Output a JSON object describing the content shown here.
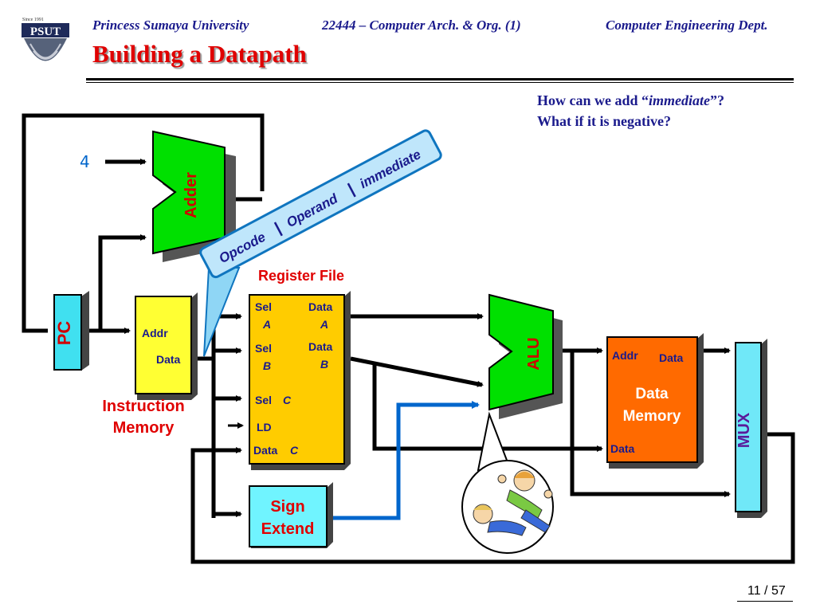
{
  "header": {
    "university": "Princess Sumaya University",
    "course": "22444 – Computer Arch. & Org. (1)",
    "department": "Computer Engineering Dept."
  },
  "logo": {
    "since": "Since 1991",
    "acronym": "PSUT"
  },
  "slide_title": "Building a Datapath",
  "question": {
    "line1_pre": "How can we add “",
    "line1_em": "immediate",
    "line1_post": "”?",
    "line2": "What if it is negative?"
  },
  "diagram": {
    "constant_four": "4",
    "adder": "Adder",
    "pc": "PC",
    "instruction_memory": {
      "addr": "Addr",
      "data": "Data",
      "label_line1": "Instruction",
      "label_line2": "Memory"
    },
    "instruction_format": {
      "opcode": "Opcode",
      "sep1": "|",
      "operand": "Operand",
      "sep2": "|",
      "immediate": "immediate"
    },
    "register_file": {
      "title": "Register File",
      "sel_a": "Sel",
      "sel_a_letter": "A",
      "data_a": "Data",
      "data_a_letter": "A",
      "sel_b": "Sel",
      "sel_b_letter": "B",
      "data_b": "Data",
      "data_b_letter": "B",
      "sel_c": "Sel",
      "sel_c_letter": "C",
      "ld": "LD",
      "data_c": "Data",
      "data_c_letter": "C"
    },
    "sign_extend": {
      "line1": "Sign",
      "line2": "Extend"
    },
    "alu": "ALU",
    "data_memory": {
      "addr": "Addr",
      "data_out": "Data",
      "title_line1": "Data",
      "title_line2": "Memory",
      "data_in": "Data"
    },
    "mux": "MUX"
  },
  "page": {
    "current": "11",
    "total": "57",
    "text": "11 / 57"
  },
  "colors": {
    "title_red": "#e00000",
    "header_blue": "#1a1a8c",
    "adder_green": "#00e000",
    "pc_cyan": "#40e0f0",
    "imem_yellow": "#ffff33",
    "regfile_orange": "#ffcc00",
    "sign_cyan": "#70f4ff",
    "dmem_orange": "#ff6a00",
    "mux_cyan": "#70e8f8"
  }
}
